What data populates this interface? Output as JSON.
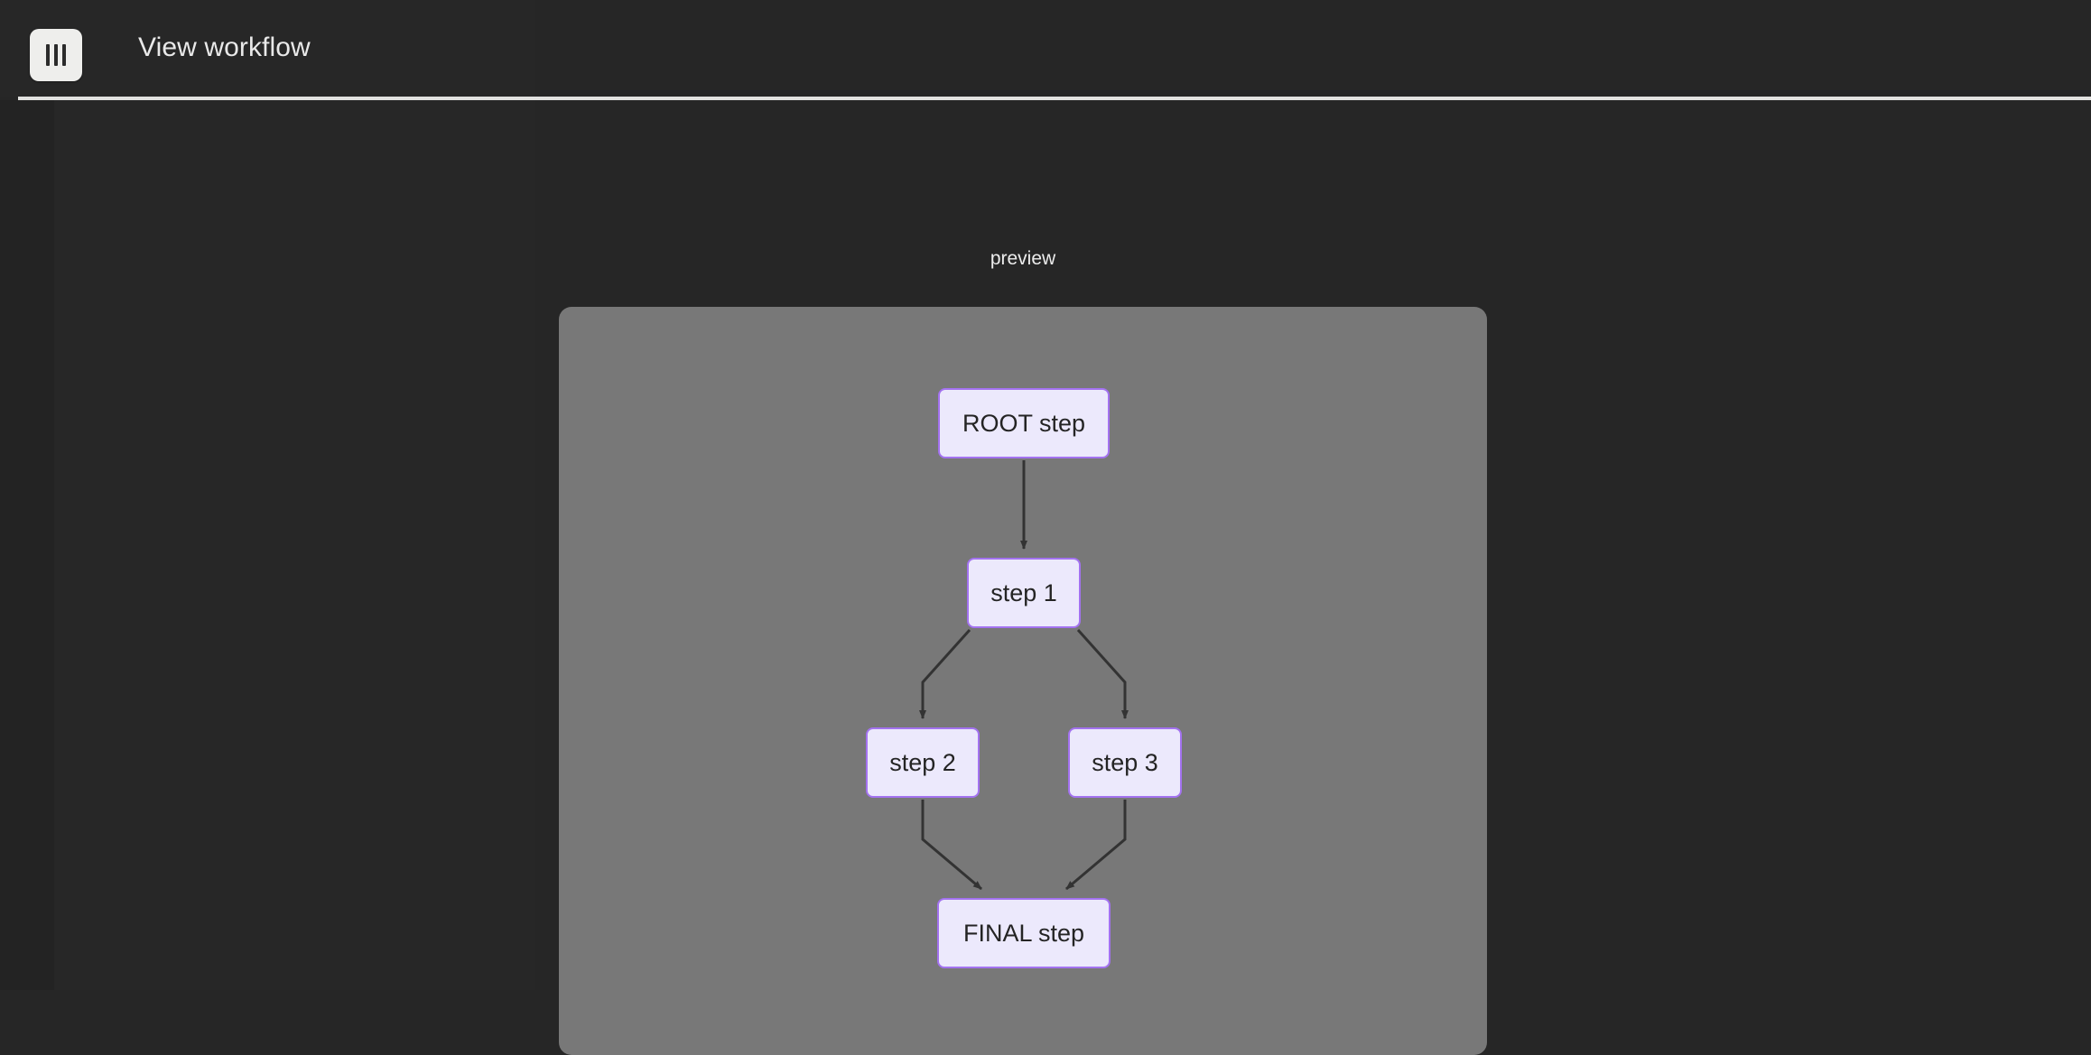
{
  "window": {
    "background_color": "#262626"
  },
  "header": {
    "menu_button": {
      "icon": "three-vertical-bars-icon",
      "label": "",
      "background_color": "#eeeeec"
    },
    "title": "View workflow",
    "title_color": "#e9e9e9",
    "divider_color": "#e2e2e0"
  },
  "main": {
    "preview_label": "preview",
    "canvas": {
      "background_color": "#787878",
      "node_fill_color": "#ece9fc",
      "node_border_color": "#a372f0",
      "node_text_color": "#242424",
      "edge_color": "#333333"
    }
  },
  "workflow": {
    "nodes": [
      {
        "id": "root",
        "label": "ROOT step"
      },
      {
        "id": "s1",
        "label": "step 1"
      },
      {
        "id": "s2",
        "label": "step 2"
      },
      {
        "id": "s3",
        "label": "step 3"
      },
      {
        "id": "final",
        "label": "FINAL step"
      }
    ],
    "edges": [
      {
        "from": "root",
        "to": "s1"
      },
      {
        "from": "s1",
        "to": "s2"
      },
      {
        "from": "s1",
        "to": "s3"
      },
      {
        "from": "s2",
        "to": "final"
      },
      {
        "from": "s3",
        "to": "final"
      }
    ]
  }
}
